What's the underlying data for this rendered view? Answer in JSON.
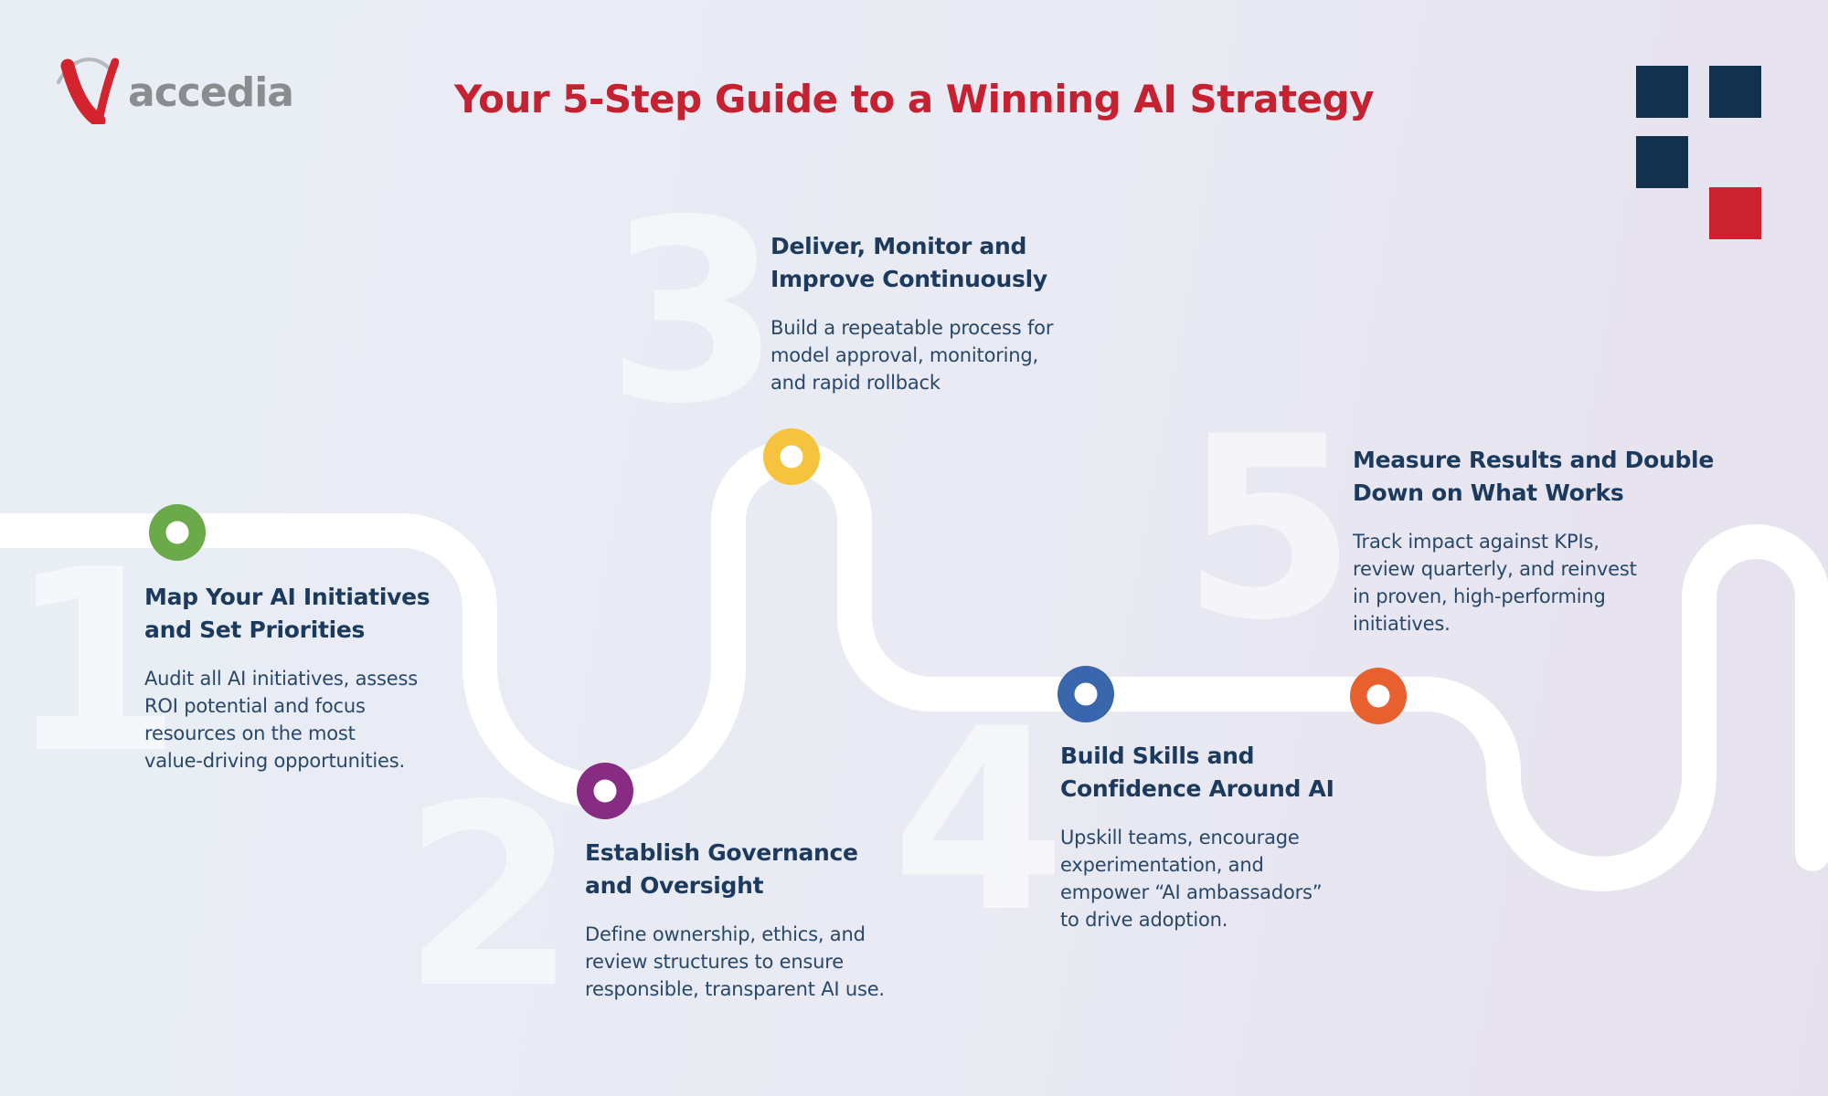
{
  "header": {
    "logo_text": "accedia",
    "title": "Your 5-Step Guide to a Winning AI Strategy"
  },
  "colors": {
    "title_red": "#c52130",
    "heading_navy": "#1b3a5d",
    "body_navy": "#27486b",
    "path_white": "#ffffff",
    "logo_gray": "#8a8c90",
    "logo_check_red": "#d2232e"
  },
  "decor": {
    "squares": [
      {
        "color": "#14304f"
      },
      {
        "color": "#14304f"
      },
      {
        "color": "#14304f"
      },
      {
        "color": "#cc2130"
      }
    ]
  },
  "steps": [
    {
      "number": "1",
      "color": "#6aaa4b",
      "title": "Map Your AI Initiatives\nand Set Priorities",
      "body": "Audit all AI initiatives, assess\nROI potential and focus\nresources on the most\nvalue-driving opportunities."
    },
    {
      "number": "2",
      "color": "#872c82",
      "title": "Establish Governance\nand Oversight",
      "body": "Define ownership, ethics, and\nreview structures to ensure\nresponsible, transparent AI use."
    },
    {
      "number": "3",
      "color": "#f6c33e",
      "title": "Deliver, Monitor and\nImprove Continuously",
      "body": "Build a repeatable process for\nmodel approval, monitoring,\nand rapid rollback"
    },
    {
      "number": "4",
      "color": "#3a66ae",
      "title": "Build Skills and\nConfidence Around AI",
      "body": "Upskill teams, encourage\nexperimentation, and\nempower “AI ambassadors”\nto drive adoption."
    },
    {
      "number": "5",
      "color": "#e9602f",
      "title": "Measure Results and Double\nDown on What Works",
      "body": "Track impact against KPIs,\nreview quarterly, and reinvest\nin proven, high-performing\ninitiatives."
    }
  ]
}
